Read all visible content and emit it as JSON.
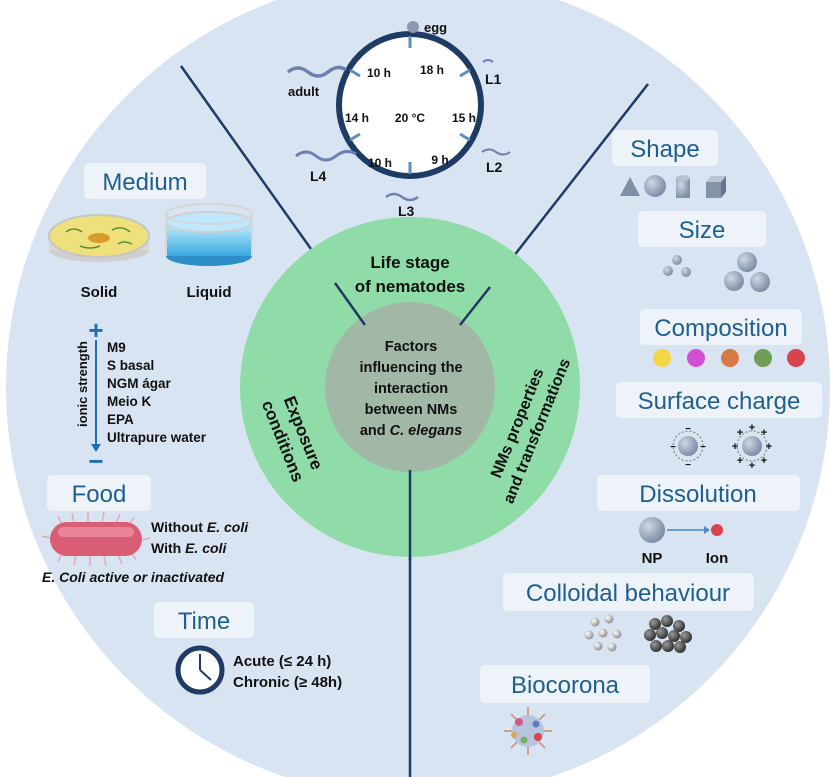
{
  "center": {
    "lines": [
      "Factors",
      "influencing the",
      "interaction",
      "between NMs"
    ],
    "last_prefix": "and ",
    "last_italic": "C. elegans"
  },
  "ring": {
    "top": [
      "Life stage",
      "of nematodes"
    ],
    "left": [
      "Exposure",
      "conditions"
    ],
    "right": [
      "NMs properties",
      "and transformations"
    ]
  },
  "life_cycle": {
    "temperature": "20 °C",
    "stages": {
      "egg": "egg",
      "l1": "L1",
      "l2": "L2",
      "l3": "L3",
      "l4": "L4",
      "adult": "adult"
    },
    "durations": {
      "t1": "18 h",
      "t2": "15 h",
      "t3": "9 h",
      "t4": "10 h",
      "t5": "14 h",
      "t6": "10 h"
    }
  },
  "medium": {
    "title": "Medium",
    "solid": "Solid",
    "liquid": "Liquid",
    "axis_label": "ionic strength",
    "plus": "+",
    "minus": "−",
    "media": [
      "M9",
      "S basal",
      "NGM ágar",
      "Meio K",
      "EPA",
      "Ultrapure water"
    ]
  },
  "food": {
    "title": "Food",
    "without_prefix": "Without ",
    "without_italic": "E. coli",
    "with_prefix": "With ",
    "with_italic": "E. coli",
    "note": "E. Coli active or inactivated"
  },
  "time": {
    "title": "Time",
    "acute": "Acute (≤ 24 h)",
    "chronic": "Chronic (≥ 48h)"
  },
  "properties": {
    "shape": "Shape",
    "size": "Size",
    "composition": "Composition",
    "surface_charge": "Surface charge",
    "dissolution": "Dissolution",
    "np": "NP",
    "ion": "Ion",
    "colloidal": "Colloidal behaviour",
    "biocorona": "Biocorona"
  },
  "colors": {
    "outer_circle": "#d9e4f3",
    "ring": "#8fdca8",
    "inner": "#a2b8a6",
    "accent": "#1f5f8f",
    "clock": "#1e3b63",
    "divider": "#1e3b63",
    "composition_dots": [
      "#f4d547",
      "#d24fd3",
      "#d87a45",
      "#6e9d56",
      "#d9434e"
    ]
  }
}
